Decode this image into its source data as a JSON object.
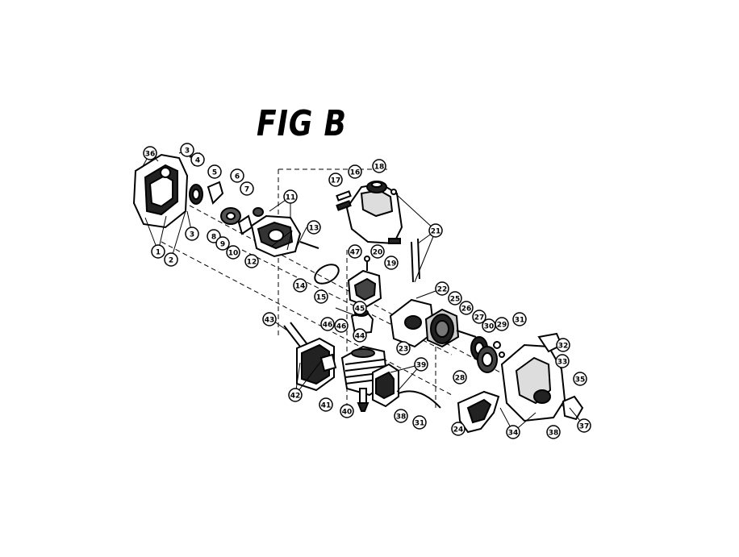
{
  "figure": {
    "title": "FIG B",
    "callouts": [
      "1",
      "2",
      "3",
      "3",
      "4",
      "5",
      "6",
      "7",
      "8",
      "9",
      "10",
      "11",
      "12",
      "13",
      "14",
      "15",
      "16",
      "17",
      "18",
      "19",
      "20",
      "21",
      "22",
      "23",
      "24",
      "25",
      "26",
      "27",
      "28",
      "29",
      "30",
      "31",
      "31",
      "32",
      "33",
      "34",
      "35",
      "36",
      "37",
      "38",
      "38",
      "39",
      "40",
      "41",
      "42",
      "43",
      "44",
      "45",
      "46",
      "46",
      "47"
    ]
  }
}
